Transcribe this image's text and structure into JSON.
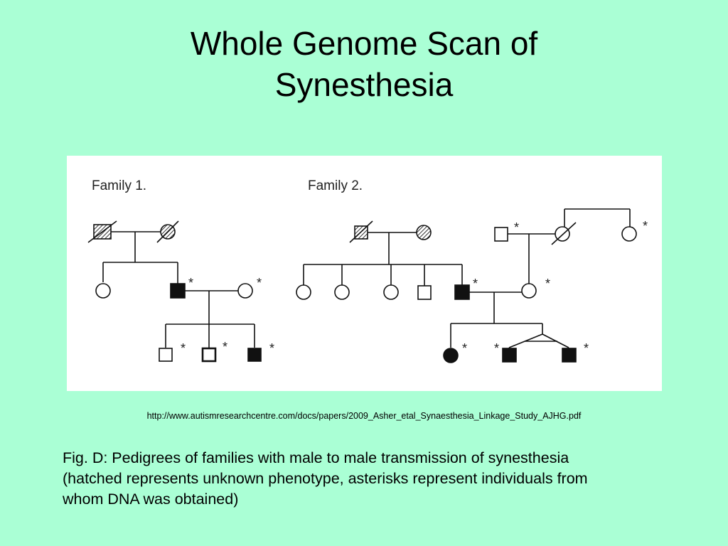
{
  "slide": {
    "title_line1": "Whole Genome Scan of",
    "title_line2": "Synesthesia",
    "source_url": "http://www.autismresearchcentre.com/docs/papers/2009_Asher_etal_Synaesthesia_Linkage_Study_AJHG.pdf",
    "caption": "Fig. D: Pedigrees of families with male to male transmission of synesthesia (hatched represents unknown phenotype, asterisks represent individuals from whom DNA was obtained)"
  },
  "figure": {
    "family1_label": "Family 1.",
    "family2_label": "Family 2.",
    "asterisk": "*"
  },
  "colors": {
    "background": "#aaffd5",
    "panel": "#ffffff",
    "ink": "#111111"
  }
}
